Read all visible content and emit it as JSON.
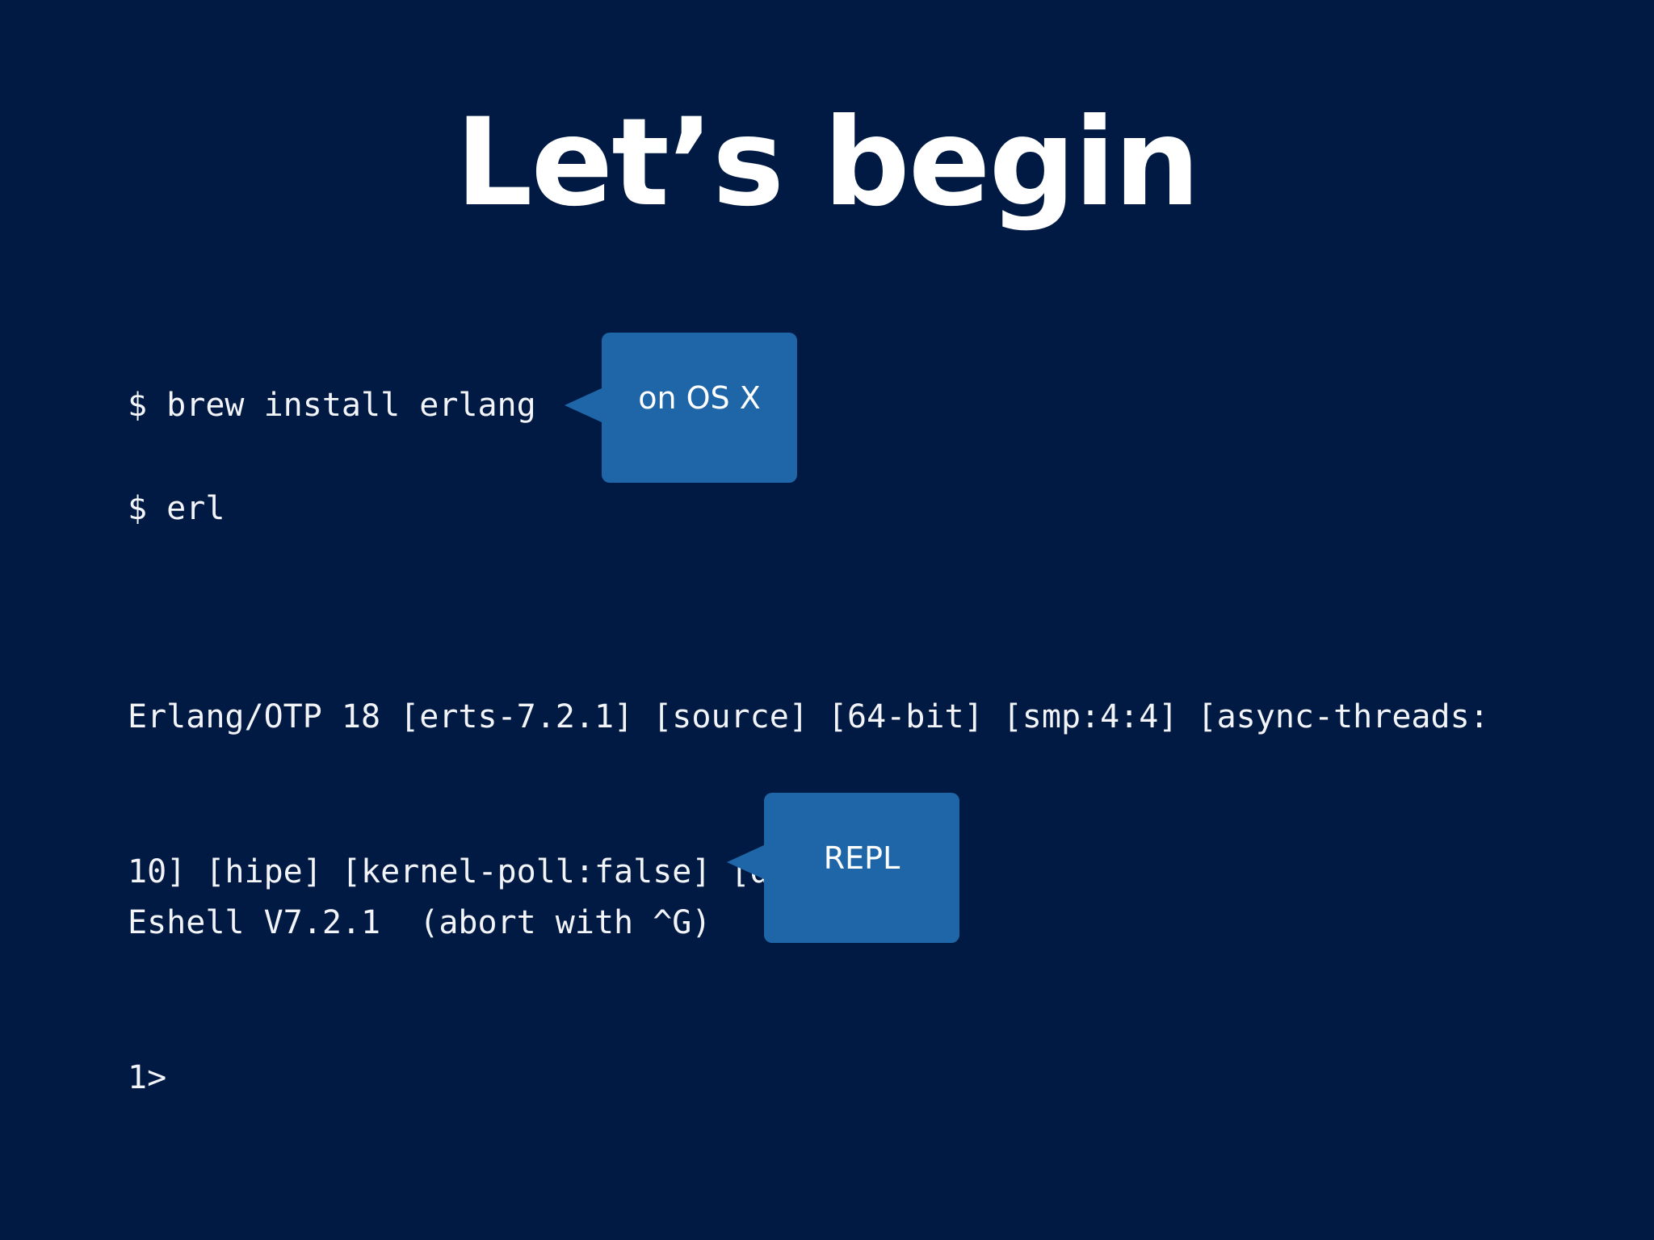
{
  "slide": {
    "title": "Let’s begin",
    "commands": {
      "brew": "$ brew install erlang",
      "erl": "$ erl"
    },
    "otp_banner": [
      "Erlang/OTP 18 [erts-7.2.1] [source] [64-bit] [smp:4:4] [async-threads:",
      "10] [hipe] [kernel-poll:false] [dtrace]"
    ],
    "eshell": [
      "Eshell V7.2.1  (abort with ^G)",
      "1>"
    ],
    "callouts": {
      "osx": "on OS X",
      "repl": "REPL"
    }
  },
  "colors": {
    "background": "#011a43",
    "callout": "#1f66a8",
    "text": "#ffffff"
  }
}
